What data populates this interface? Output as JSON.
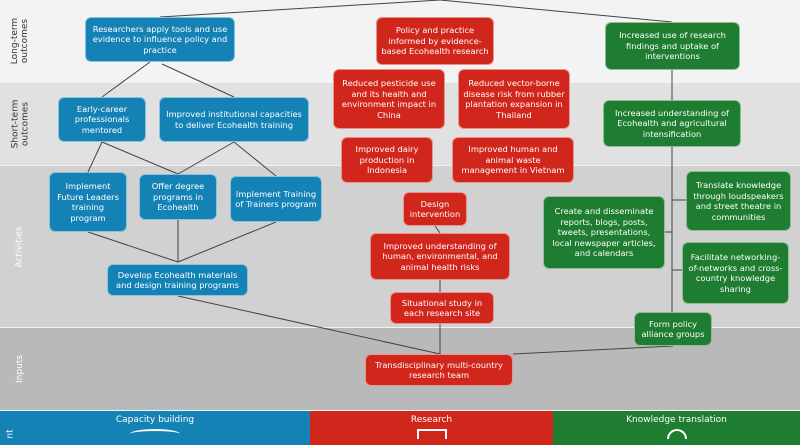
{
  "rows": {
    "long_term": "Long-term\noutcomes",
    "short_term": "Short-term\noutcomes",
    "activities": "Activities",
    "inputs": "Inputs"
  },
  "colors": {
    "blue": "#1582b6",
    "red": "#d1261b",
    "green": "#1e7d30"
  },
  "capacity": {
    "researchers_apply": "Researchers apply tools and use evidence to influence policy and practice",
    "early_career": "Early-career professionals mentored",
    "institutional": "Improved institutional capacities to deliver Ecohealth training",
    "future_leaders": "Implement Future Leaders training program",
    "degree": "Offer degree programs in Ecohealth",
    "tot": "Implement Training of Trainers program",
    "materials": "Develop Ecohealth materials and design training programs"
  },
  "research": {
    "policy": "Policy and practice informed by evidence-based Ecohealth research",
    "pesticide": "Reduced pesticide use and its health and environment impact in China",
    "vector": "Reduced vector-borne disease risk from rubber plantation expansion in Thailand",
    "dairy": "Improved dairy production in Indonesia",
    "waste": "Improved human and animal waste management in Vietnam",
    "design": "Design intervention",
    "understanding": "Improved understanding of human, environmental, and animal health risks",
    "situational": "Situational study in each research site",
    "team": "Transdisciplinary multi-country research team"
  },
  "knowledge": {
    "uptake": "Increased use of research findings and uptake of interventions",
    "understanding": "Increased understanding of Ecohealth and agricultural intensification",
    "disseminate": "Create and disseminate reports, blogs, posts, tweets, presentations, local newspaper articles, and calendars",
    "loudspeakers": "Translate knowledge through loudspeakers and street theatre in communities",
    "networking": "Facilitate networking-of-networks and cross-country knowledge sharing",
    "alliance": "Form policy alliance groups"
  },
  "footer": {
    "side": "nt",
    "capacity": "Capacity building",
    "research": "Research",
    "knowledge": "Knowledge translation"
  }
}
